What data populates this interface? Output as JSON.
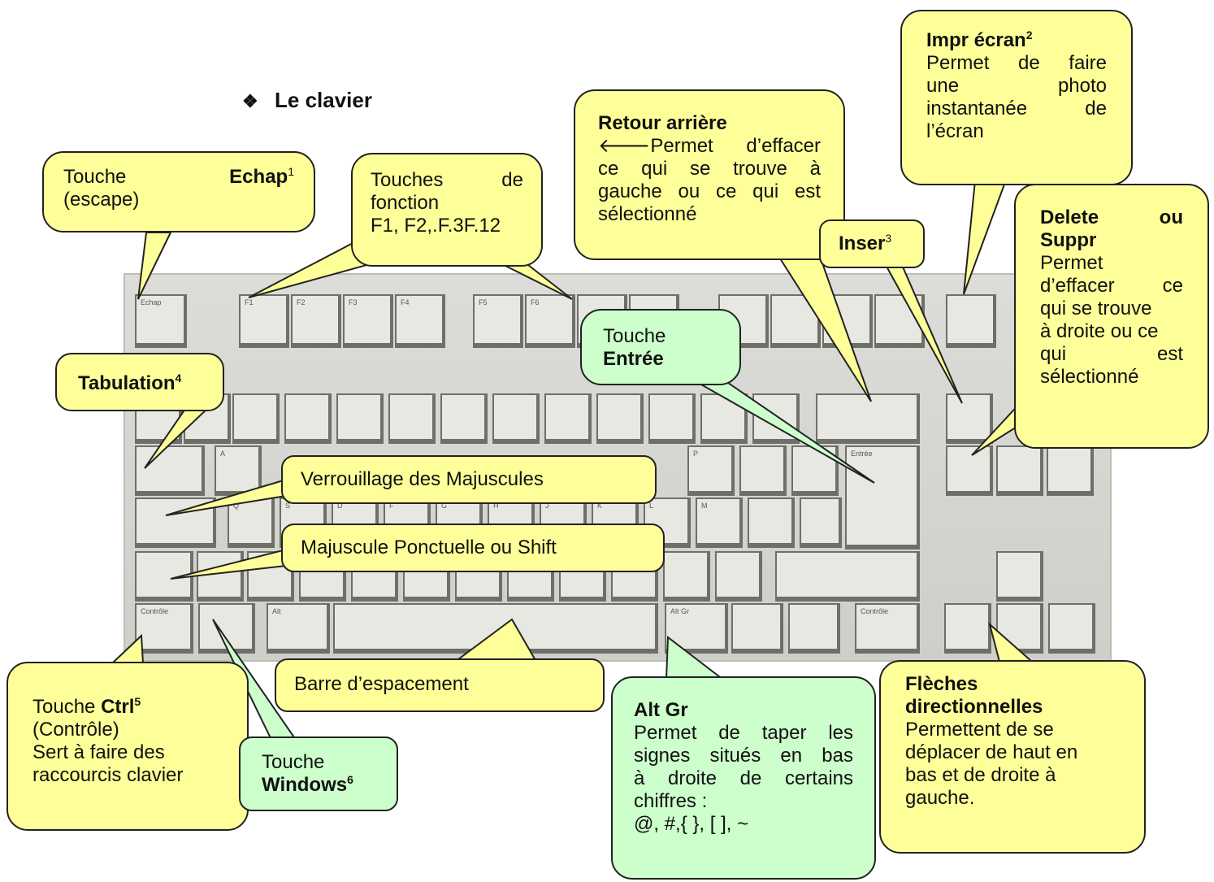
{
  "title": {
    "bullet": "❖",
    "text": "Le clavier"
  },
  "callouts": {
    "echap": {
      "line1a": "Touche",
      "line1b": "Echap",
      "sup": "1",
      "line2": "(escape)"
    },
    "fonction": {
      "line1a": "Touches",
      "line1b": "de",
      "line2": "fonction",
      "line3": "F1, F2,.F.3F.12"
    },
    "retour": {
      "title": "Retour arrière",
      "arrow": "🡐",
      "line1": "Permet d’effacer",
      "line2": "ce qui se trouve à",
      "line3": "gauche ou ce qui est",
      "line4": "sélectionné"
    },
    "impr": {
      "title": "Impr écran",
      "sup": "2",
      "line1": "Permet de faire",
      "line2a": "une",
      "line2b": "photo",
      "line3a": "instantanée",
      "line3b": "de",
      "line4": "l’écran"
    },
    "inser": {
      "title": "Inser",
      "sup": "3"
    },
    "delete": {
      "title1a": "Delete",
      "title1b": "ou",
      "title2": "Suppr",
      "line1": "Permet",
      "line2": "d’effacer ce",
      "line3": "qui se trouve",
      "line4": "à droite ou ce",
      "line5a": "qui",
      "line5b": "est",
      "line6": "sélectionné"
    },
    "entree": {
      "line1": "Touche",
      "line2": "Entrée"
    },
    "tab": {
      "title": "Tabulation",
      "sup": "4"
    },
    "verr": {
      "text": "Verrouillage des Majuscules"
    },
    "maj": {
      "text": "Majuscule Ponctuelle ou Shift"
    },
    "espace": {
      "text": "Barre d’espacement"
    },
    "ctrl": {
      "line1a": "Touche",
      "line1b": "Ctrl",
      "sup": "5",
      "line2": "(Contrôle)",
      "line3": "Sert à faire des",
      "line4": "raccourcis clavier"
    },
    "windows": {
      "line1": "Touche",
      "line2": "Windows",
      "sup": "6"
    },
    "altgr": {
      "title": "Alt Gr",
      "line1": "Permet de taper les",
      "line2": "signes situés en bas",
      "line3": "à droite de certains",
      "line4": "chiffres :",
      "line5": "@, #,{ }, [ ], ~"
    },
    "fleches": {
      "title1": "Flèches",
      "title2": "directionnelles",
      "line1": "Permettent de se",
      "line2": "déplacer de haut en",
      "line3": "bas et de droite à",
      "line4": "gauche."
    }
  },
  "keys": {
    "esc": "Echap",
    "f1": "F1",
    "f2": "F2",
    "f3": "F3",
    "f4": "F4",
    "f5": "F5",
    "f6": "F6",
    "a": "A",
    "q": "Q",
    "s": "S",
    "d": "D",
    "f": "F",
    "g": "G",
    "h": "H",
    "j": "J",
    "k": "K",
    "l": "L",
    "m": "M",
    "p": "P",
    "alt": "Alt",
    "altgr": "Alt Gr",
    "ctrl": "Contrôle",
    "ctrl2": "Contrôle",
    "entree": "Entrée"
  },
  "colors": {
    "yellow": "#ffff99",
    "green": "#ccffcc",
    "key": "#e8e8e3"
  }
}
